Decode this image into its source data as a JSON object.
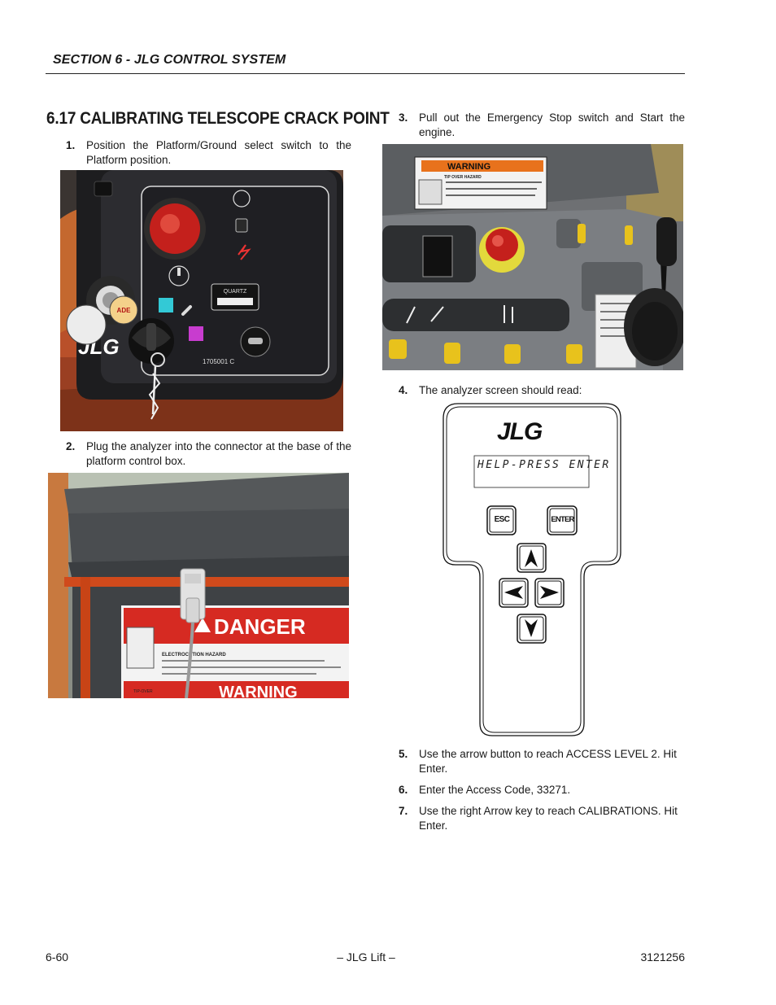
{
  "header": {
    "section_title": "SECTION 6 - JLG CONTROL SYSTEM"
  },
  "section": {
    "heading": "6.17 CALIBRATING TELESCOPE CRACK POINT"
  },
  "steps": [
    {
      "number": "1.",
      "text": "Position the Platform/Ground select switch to the Platform position."
    },
    {
      "number": "2.",
      "text": "Plug the analyzer into the connector at the base of the platform control box."
    },
    {
      "number": "3.",
      "text": "Pull out the Emergency Stop switch and Start the engine."
    },
    {
      "number": "4.",
      "text": "The analyzer screen should read:"
    },
    {
      "number": "5.",
      "text": "Use the arrow button to reach ACCESS LEVEL 2. Hit Enter."
    },
    {
      "number": "6.",
      "text": "Enter the Access Code, 33271."
    },
    {
      "number": "7.",
      "text": "Use the right Arrow key to reach CALIBRATIONS. Hit Enter."
    }
  ],
  "photo1": {
    "logo": "JLG",
    "hour_meter_label": "QUARTZ",
    "part_number": "1705001 C",
    "badge": "ADE"
  },
  "photo2": {
    "danger_label": "DANGER",
    "hazard_label": "ELECTROCUTION HAZARD",
    "warning_label": "WARNING",
    "tip_label": "TIP-OVER"
  },
  "photo3": {
    "warning_label": "WARNING",
    "hazard_label": "TIP OVER HAZARD"
  },
  "analyzer": {
    "logo": "JLG",
    "screen_text": "HELP-PRESS ENTER",
    "esc_label": "ESC",
    "enter_label": "ENTER"
  },
  "footer": {
    "page_number": "6-60",
    "center_text": "– JLG Lift –",
    "doc_number": "3121256"
  }
}
